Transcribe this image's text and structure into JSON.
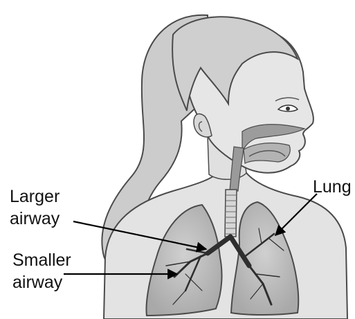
{
  "labels": {
    "larger_airway": [
      "Larger",
      "airway"
    ],
    "smaller_airway": [
      "Smaller",
      "airway"
    ],
    "lung": "Lung"
  },
  "colors": {
    "outline": "#4a4a4a",
    "skin": "#e1e1e1",
    "hair": "#c9c9c9",
    "lung": "#bdbdbd",
    "airway": "#2e2e2e",
    "arrow": "#000000"
  }
}
